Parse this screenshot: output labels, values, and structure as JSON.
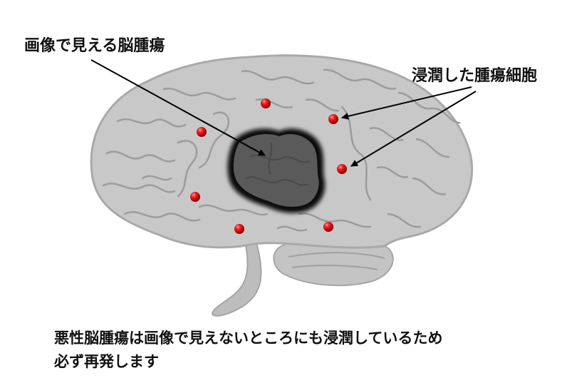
{
  "labels": {
    "visible_tumor": "画像で見える脳腫瘍",
    "infiltrating_cells": "浸潤した腫瘍細胞"
  },
  "caption": {
    "line1": "悪性脳腫瘍は画像で見えないところにも浸潤しているため",
    "line2": "必ず再発します"
  },
  "colors": {
    "brain_fill": "#c8c8c8",
    "brain_outline": "#a9a9a9",
    "gyri_lines": "#9a9a9a",
    "tumor_fill": "#5a5a5a",
    "tumor_border": "#0a0a0a",
    "cell_red": "#e01010",
    "arrow": "#000000",
    "text": "#111111"
  },
  "cell_count": 7
}
